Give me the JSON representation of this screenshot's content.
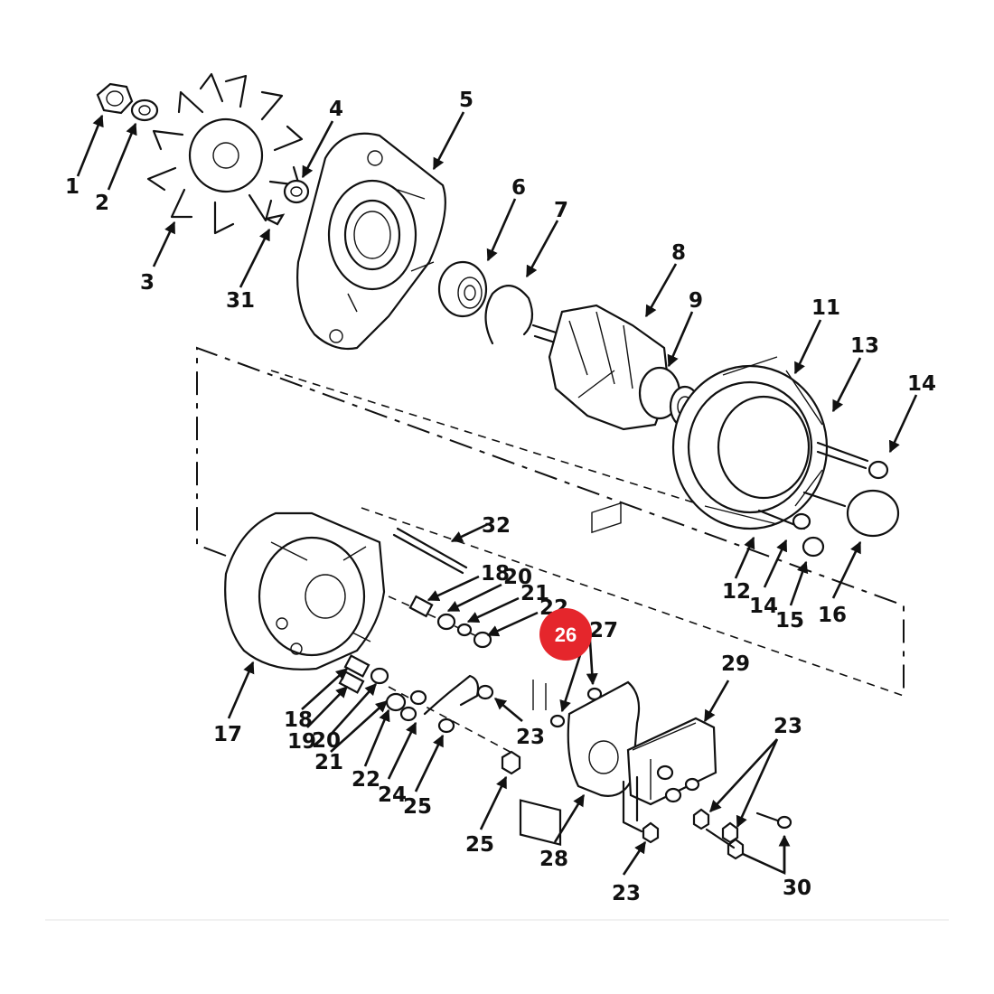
{
  "diagram": {
    "callouts": [
      {
        "id": "c1",
        "text": "1"
      },
      {
        "id": "c2",
        "text": "2"
      },
      {
        "id": "c3",
        "text": "3"
      },
      {
        "id": "c4",
        "text": "4"
      },
      {
        "id": "c5",
        "text": "5"
      },
      {
        "id": "c6",
        "text": "6"
      },
      {
        "id": "c7",
        "text": "7"
      },
      {
        "id": "c8",
        "text": "8"
      },
      {
        "id": "c9",
        "text": "9"
      },
      {
        "id": "c11",
        "text": "11"
      },
      {
        "id": "c13",
        "text": "13"
      },
      {
        "id": "c14a",
        "text": "14"
      },
      {
        "id": "c14b",
        "text": "14"
      },
      {
        "id": "c12",
        "text": "12"
      },
      {
        "id": "c15",
        "text": "15"
      },
      {
        "id": "c16",
        "text": "16"
      },
      {
        "id": "c31",
        "text": "31"
      },
      {
        "id": "c32",
        "text": "32"
      },
      {
        "id": "c18a",
        "text": "18"
      },
      {
        "id": "c20a",
        "text": "20"
      },
      {
        "id": "c21a",
        "text": "21"
      },
      {
        "id": "c22a",
        "text": "22"
      },
      {
        "id": "c27",
        "text": "27"
      },
      {
        "id": "c29",
        "text": "29"
      },
      {
        "id": "c17",
        "text": "17"
      },
      {
        "id": "c18b",
        "text": "18"
      },
      {
        "id": "c19",
        "text": "19"
      },
      {
        "id": "c20b",
        "text": "20"
      },
      {
        "id": "c21b",
        "text": "21"
      },
      {
        "id": "c22b",
        "text": "22"
      },
      {
        "id": "c24",
        "text": "24"
      },
      {
        "id": "c25a",
        "text": "25"
      },
      {
        "id": "c23a",
        "text": "23"
      },
      {
        "id": "c25b",
        "text": "25"
      },
      {
        "id": "c28",
        "text": "28"
      },
      {
        "id": "c23b",
        "text": "23"
      },
      {
        "id": "c23c",
        "text": "23"
      },
      {
        "id": "c30",
        "text": "30"
      }
    ],
    "highlight": {
      "text": "26",
      "color": "#e5262c"
    }
  }
}
